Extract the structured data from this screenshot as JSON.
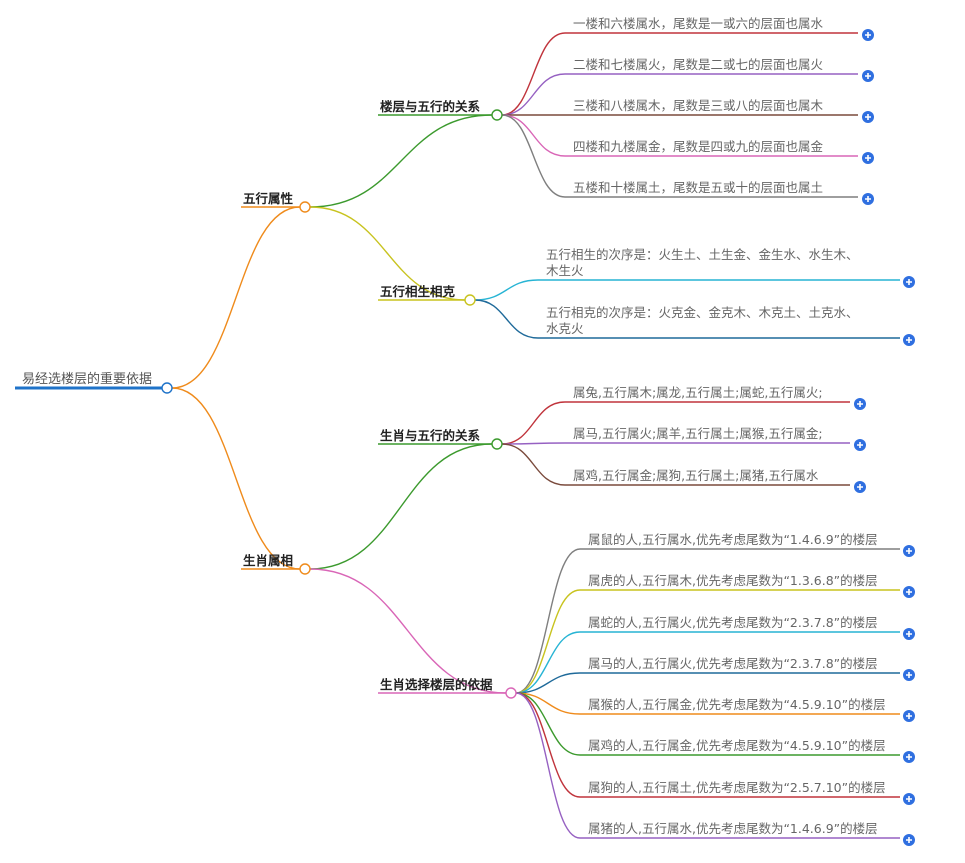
{
  "root": {
    "label": "易经选楼层的重要依据",
    "color": "#1f73c9",
    "children": [
      {
        "label": "五行属性",
        "color": "#ef8b1c",
        "children": [
          {
            "label": "楼层与五行的关系",
            "color": "#3c9a2e",
            "children": [
              {
                "lines": [
                  "一楼和六楼属水，尾数是一或六的层面也属水"
                ],
                "color": "#c0343c"
              },
              {
                "lines": [
                  "二楼和七楼属火，尾数是二或七的层面也属火"
                ],
                "color": "#9661c2"
              },
              {
                "lines": [
                  "三楼和八楼属木，尾数是三或八的层面也属木"
                ],
                "color": "#7a4a3c"
              },
              {
                "lines": [
                  "四楼和九楼属金，尾数是四或九的层面也属金"
                ],
                "color": "#d966b7"
              },
              {
                "lines": [
                  "五楼和十楼属土，尾数是五或十的层面也属土"
                ],
                "color": "#7f7f7f"
              }
            ]
          },
          {
            "label": "五行相生相克",
            "color": "#c8c31f",
            "children": [
              {
                "lines": [
                  "五行相生的次序是：火生土、土生金、金生水、水生木、",
                  "木生火"
                ],
                "color": "#27b4d4"
              },
              {
                "lines": [
                  "五行相克的次序是：火克金、金克木、木克土、土克水、",
                  "水克火"
                ],
                "color": "#1f6a9a"
              }
            ]
          }
        ]
      },
      {
        "label": "生肖属相",
        "color": "#ef8b1c",
        "children": [
          {
            "label": "生肖与五行的关系",
            "color": "#3c9a2e",
            "children": [
              {
                "lines": [
                  "属兔,五行属木;属龙,五行属土;属蛇,五行属火;"
                ],
                "color": "#c0343c"
              },
              {
                "lines": [
                  "属马,五行属火;属羊,五行属土;属猴,五行属金;"
                ],
                "color": "#9661c2"
              },
              {
                "lines": [
                  "属鸡,五行属金;属狗,五行属土;属猪,五行属水"
                ],
                "color": "#7a4a3c"
              }
            ]
          },
          {
            "label": "生肖选择楼层的依据",
            "color": "#d966b7",
            "children": [
              {
                "lines": [
                  "属鼠的人,五行属水,优先考虑尾数为“1.4.6.9”的楼层"
                ],
                "color": "#7f7f7f"
              },
              {
                "lines": [
                  "属虎的人,五行属木,优先考虑尾数为“1.3.6.8”的楼层"
                ],
                "color": "#c8c31f"
              },
              {
                "lines": [
                  "属蛇的人,五行属火,优先考虑尾数为“2.3.7.8”的楼层"
                ],
                "color": "#27b4d4"
              },
              {
                "lines": [
                  "属马的人,五行属火,优先考虑尾数为“2.3.7.8”的楼层"
                ],
                "color": "#1f6a9a"
              },
              {
                "lines": [
                  "属猴的人,五行属金,优先考虑尾数为“4.5.9.10”的楼层"
                ],
                "color": "#ef8b1c"
              },
              {
                "lines": [
                  "属鸡的人,五行属金,优先考虑尾数为“4.5.9.10”的楼层"
                ],
                "color": "#3c9a2e"
              },
              {
                "lines": [
                  "属狗的人,五行属土,优先考虑尾数为“2.5.7.10”的楼层"
                ],
                "color": "#c0343c"
              },
              {
                "lines": [
                  "属猪的人,五行属水,优先考虑尾数为“1.4.6.9”的楼层"
                ],
                "color": "#9661c2"
              }
            ]
          }
        ]
      }
    ]
  },
  "expand_icon": "plus-circle-icon",
  "expand_color": "#2f6fe0"
}
